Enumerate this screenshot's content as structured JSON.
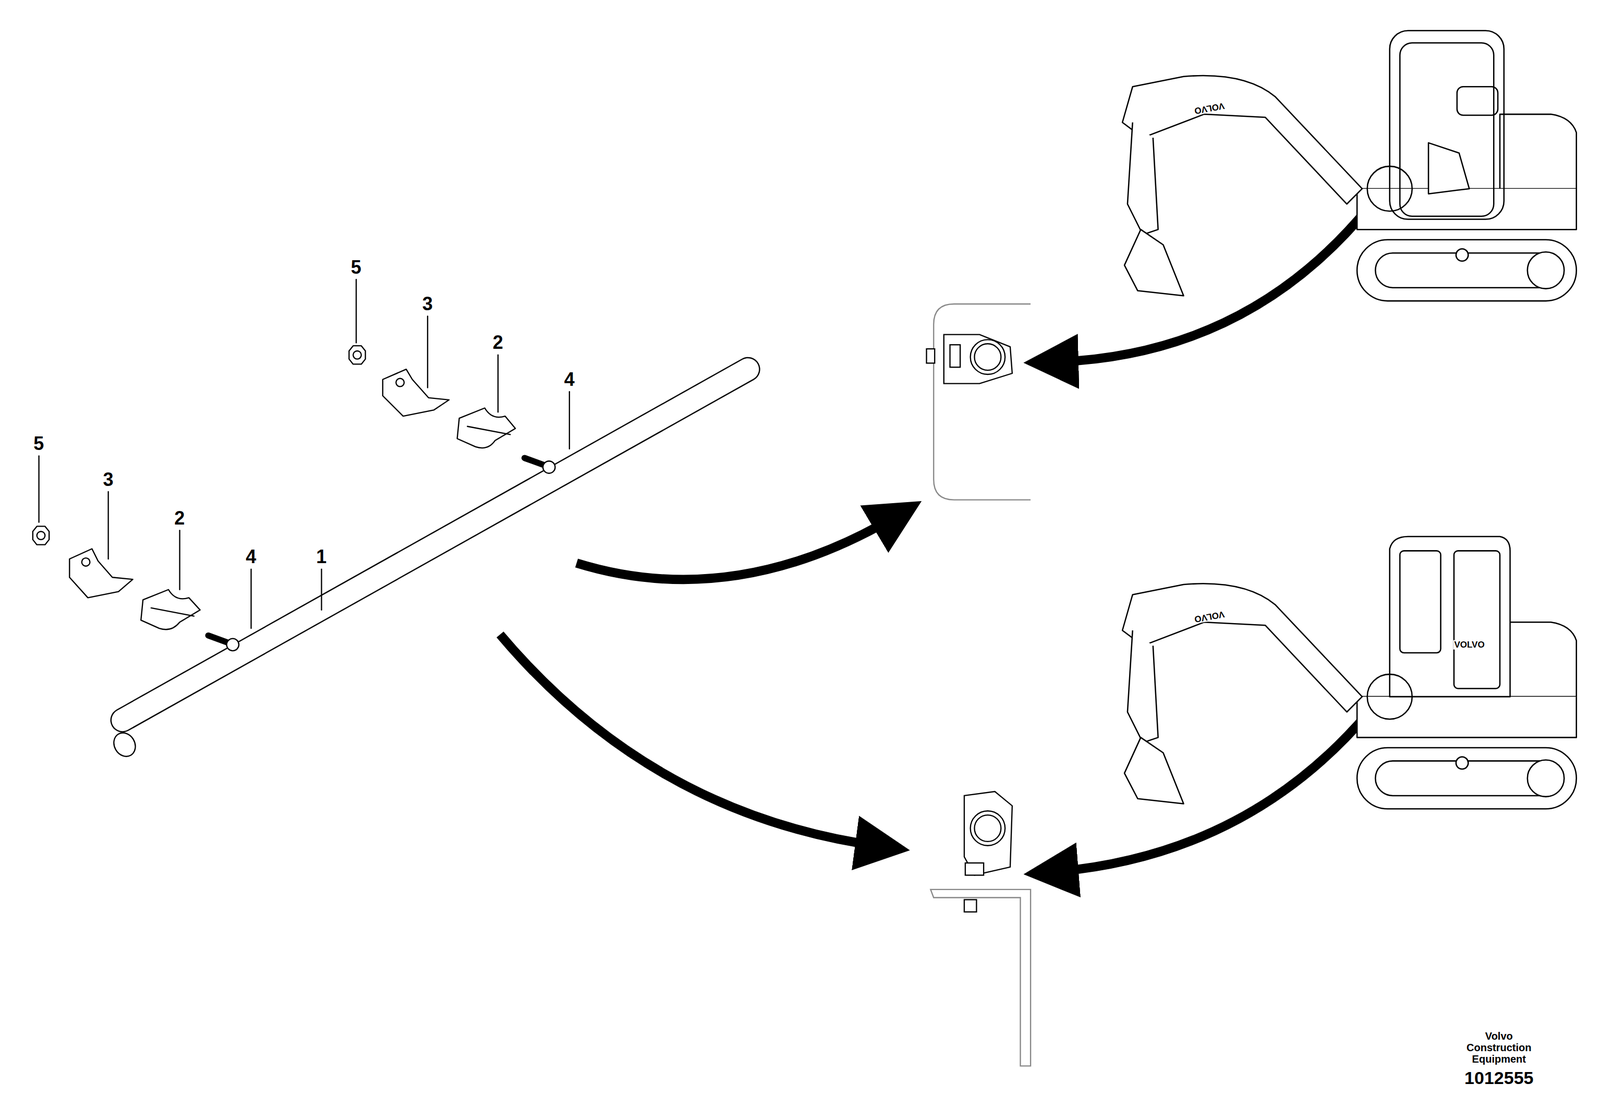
{
  "diagram": {
    "labels": [
      "5",
      "3",
      "2",
      "4",
      "5",
      "3",
      "2",
      "4",
      "1",
      "VOLVO",
      "VOLVO",
      "VOLVO",
      "Volvo Construction Equipment",
      "1012555"
    ]
  }
}
